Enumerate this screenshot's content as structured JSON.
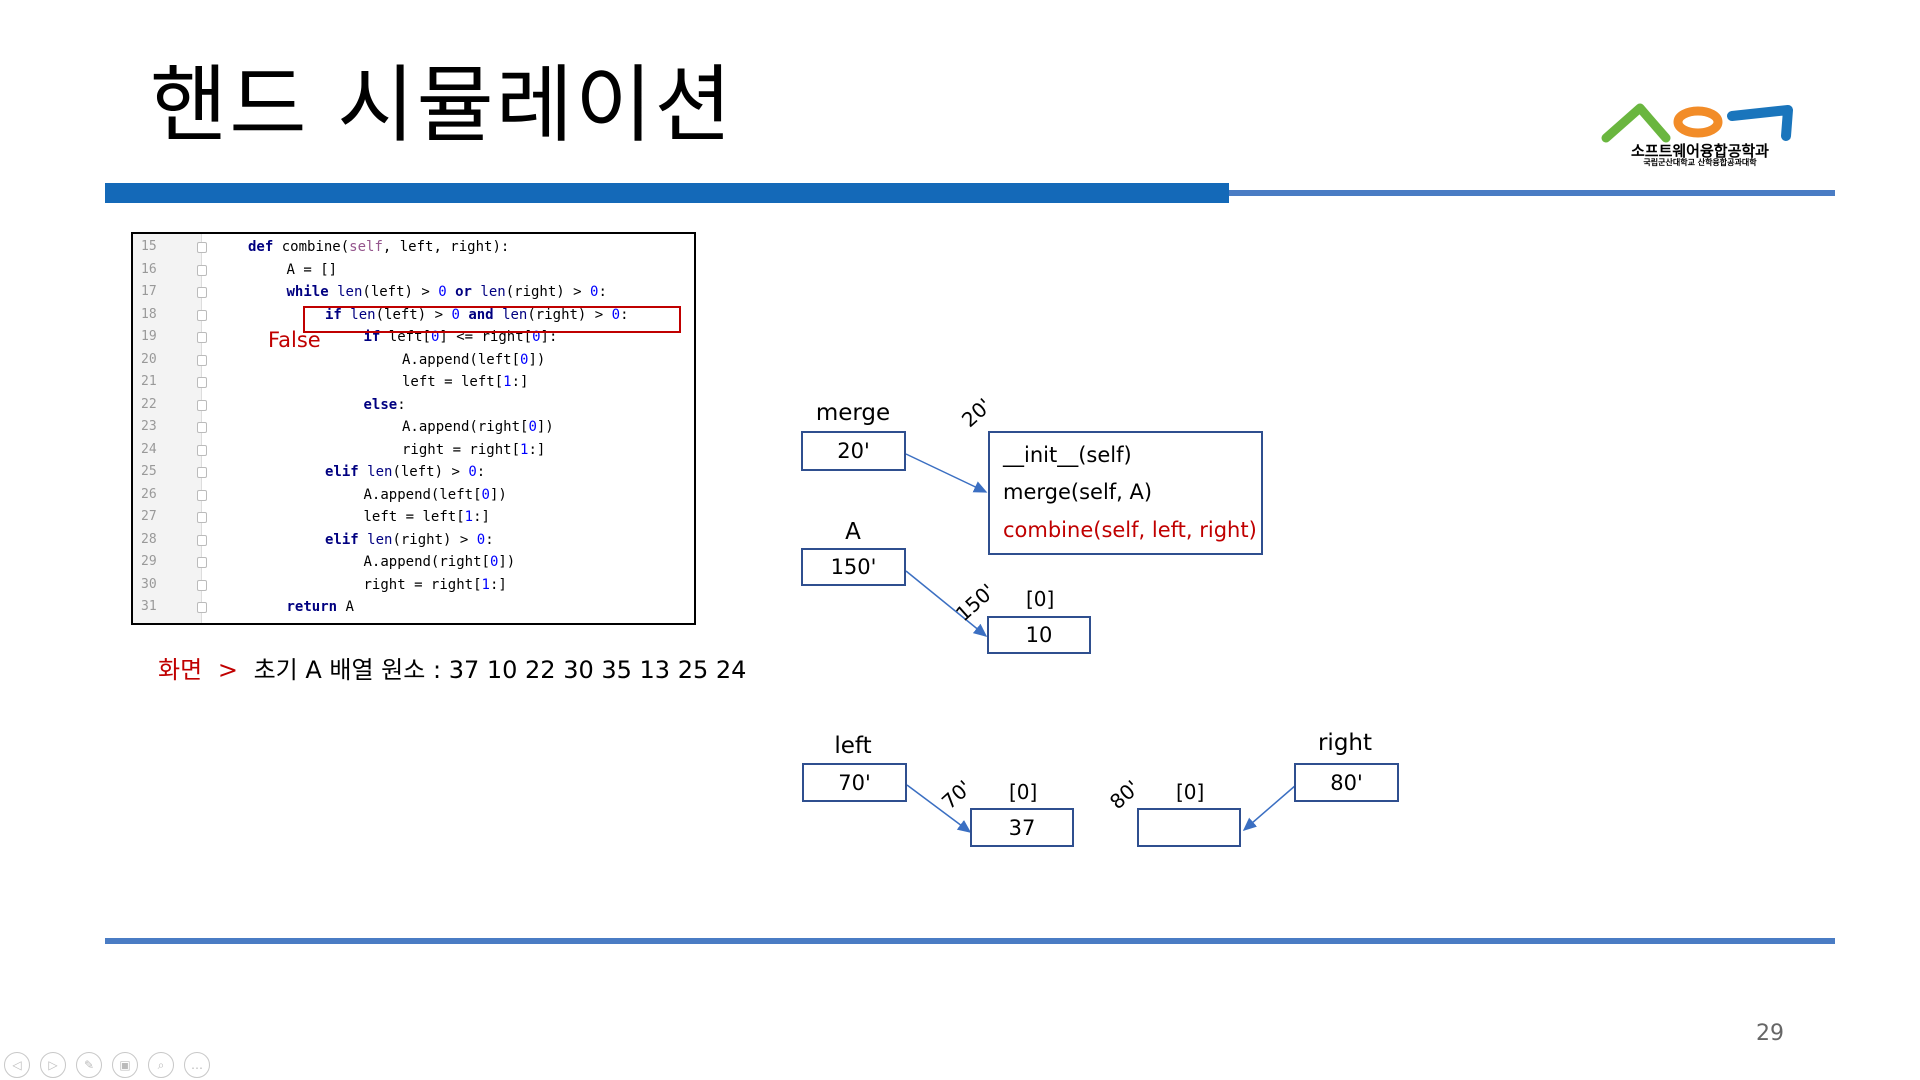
{
  "slide": {
    "title": "핸드 시뮬레이션",
    "page_number": "29"
  },
  "logo": {
    "text": "소프트웨어융합공학과",
    "subtext": "국립군산대학교 산학융합공과대학",
    "colors": [
      "#6ab63f",
      "#f28c28",
      "#1a75bc"
    ]
  },
  "code": {
    "lines": [
      {
        "n": "15",
        "html": "<span class=\"kw\">def</span> combine(<span class=\"sf\">self</span>, left, right):",
        "indent": 0
      },
      {
        "n": "16",
        "html": "A = []",
        "indent": 1
      },
      {
        "n": "17",
        "html": "<span class=\"kw\">while</span> <span class=\"bi\">len</span>(left) > <span class=\"nm\">0</span> <span class=\"kw\">or</span> <span class=\"bi\">len</span>(right) > <span class=\"nm\">0</span>:",
        "indent": 1
      },
      {
        "n": "18",
        "html": "<span class=\"kw\">if</span> <span class=\"bi\">len</span>(left) > <span class=\"nm\">0</span> <span class=\"kw\">and</span> <span class=\"bi\">len</span>(right) > <span class=\"nm\">0</span>:",
        "indent": 2
      },
      {
        "n": "19",
        "html": "<span class=\"kw\">if</span> left[<span class=\"nm\">0</span>] <= right[<span class=\"nm\">0</span>]:",
        "indent": 3
      },
      {
        "n": "20",
        "html": "A.append(left[<span class=\"nm\">0</span>])",
        "indent": 4
      },
      {
        "n": "21",
        "html": "left = left[<span class=\"nm\">1</span>:]",
        "indent": 4
      },
      {
        "n": "22",
        "html": "<span class=\"kw\">else</span>:",
        "indent": 3
      },
      {
        "n": "23",
        "html": "A.append(right[<span class=\"nm\">0</span>])",
        "indent": 4
      },
      {
        "n": "24",
        "html": "right = right[<span class=\"nm\">1</span>:]",
        "indent": 4
      },
      {
        "n": "25",
        "html": "<span class=\"kw\">elif</span> <span class=\"bi\">len</span>(left) > <span class=\"nm\">0</span>:",
        "indent": 2
      },
      {
        "n": "26",
        "html": "A.append(left[<span class=\"nm\">0</span>])",
        "indent": 3
      },
      {
        "n": "27",
        "html": "left = left[<span class=\"nm\">1</span>:]",
        "indent": 3
      },
      {
        "n": "28",
        "html": "<span class=\"kw\">elif</span> <span class=\"bi\">len</span>(right) > <span class=\"nm\">0</span>:",
        "indent": 2
      },
      {
        "n": "29",
        "html": "A.append(right[<span class=\"nm\">0</span>])",
        "indent": 3
      },
      {
        "n": "30",
        "html": "right = right[<span class=\"nm\">1</span>:]",
        "indent": 3
      },
      {
        "n": "31",
        "html": "<span class=\"kw\">return</span> A",
        "indent": 1
      }
    ],
    "annotation": "False"
  },
  "screen": {
    "label": "화면",
    "arrow": ">",
    "text": "초기 A 배열 원소 : 37 10 22 30 35 13 25 24"
  },
  "diagram": {
    "merge": {
      "label": "merge",
      "value": "20'",
      "address": "20'"
    },
    "methods": [
      "__init__(self)",
      "merge(self, A)",
      "combine(self, left, right)"
    ],
    "A": {
      "label": "A",
      "value": "150'",
      "address": "150'",
      "index": "[0]",
      "element": "10"
    },
    "left": {
      "label": "left",
      "value": "70'",
      "address": "70'",
      "index": "[0]",
      "element": "37"
    },
    "right": {
      "label": "right",
      "value": "80'",
      "address": "80'",
      "index": "[0]",
      "element": ""
    }
  },
  "toolbar": {
    "icons": [
      "prev-icon",
      "next-icon",
      "pen-icon",
      "slides-icon",
      "zoom-icon",
      "more-icon"
    ],
    "glyphs": [
      "◁",
      "▷",
      "✎",
      "▣",
      "⌕",
      "…"
    ]
  }
}
